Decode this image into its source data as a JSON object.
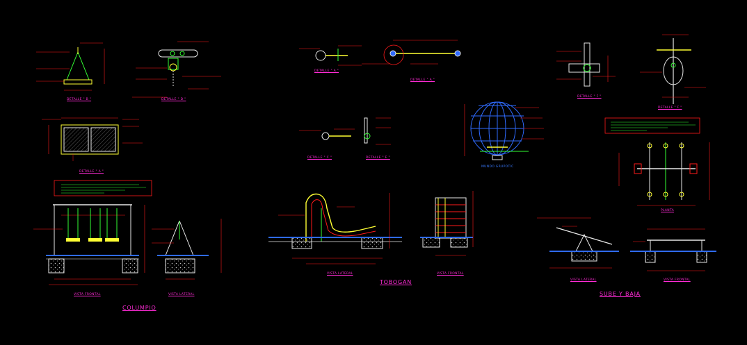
{
  "drawing": {
    "background": "#000000",
    "colors": {
      "red": "#ff1a1a",
      "yellow": "#ffff33",
      "green": "#33ff33",
      "cyan": "#00ffff",
      "magenta": "#ff2bd6",
      "blue": "#2f6bff",
      "white": "#e8e8e8"
    }
  },
  "sections": {
    "columpio": "COLUMPIO",
    "tobogan": "TOBOGAN",
    "sube_baja": "SUBE Y BAJA"
  },
  "details": {
    "b": "DETALLE \" B \"",
    "d": "DETALLE \" D \"",
    "a_left": "DETALLE \" A \"",
    "a_top": "DETALLE \" A \"",
    "a_top2": "DETALLE \" A \"",
    "c": "DETALLE \" C \"",
    "e": "DETALLE \" E \"",
    "f1": "DETALLE \" F \"",
    "f2": "DETALLE \" F \"",
    "globe": "MUNDO GRUPOTIC",
    "view_front_swing": "VISTA FRONTAL",
    "view_side_swing": "VISTA LATERAL",
    "view_side_slide": "VISTA LATERAL",
    "view_front_slide": "VISTA FRONTAL",
    "view_side_seesaw": "VISTA LATERAL",
    "view_front_seesaw": "VISTA FRONTAL",
    "planta": "PLANTA"
  }
}
